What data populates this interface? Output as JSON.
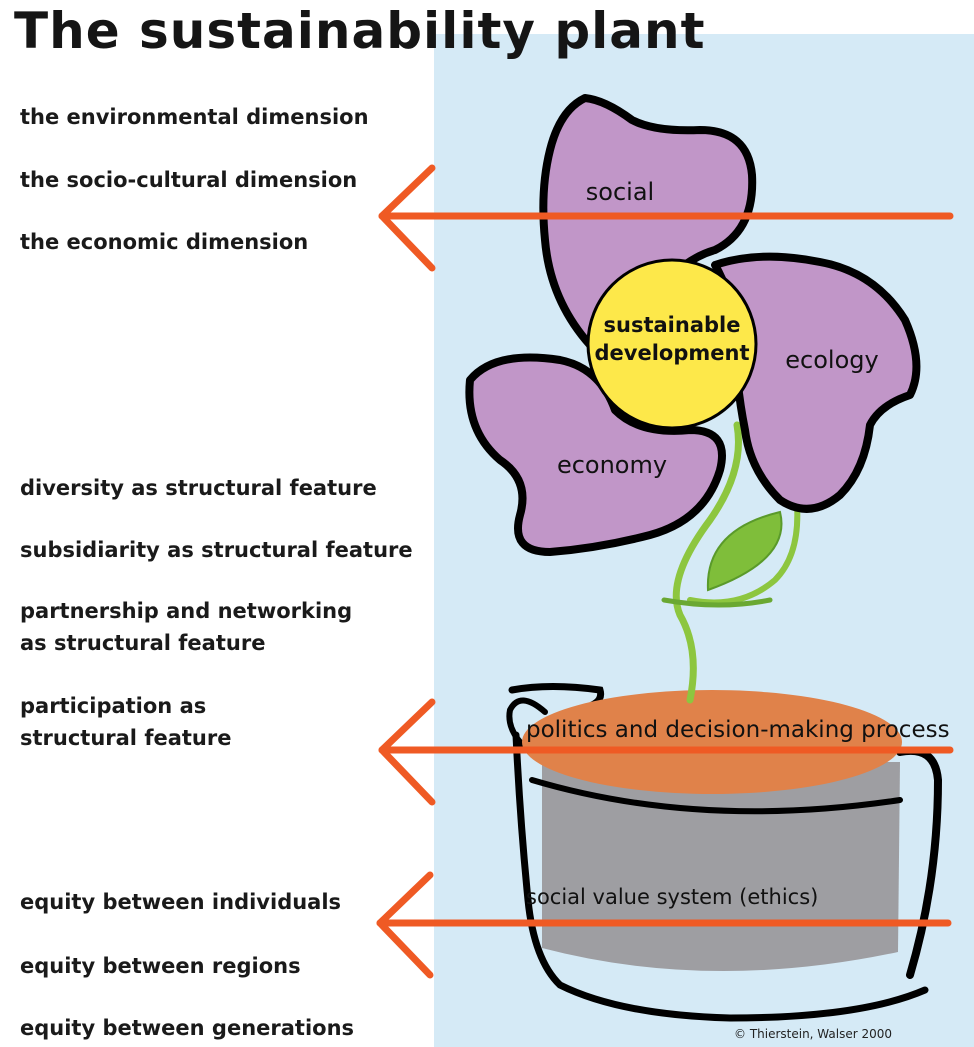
{
  "title": "The sustainability plant",
  "dimensions": [
    "the environmental dimension",
    "the socio-cultural dimension",
    "the economic dimension"
  ],
  "structural_features": [
    "diversity as structural feature",
    "subsidiarity as structural feature",
    "partnership and networking\nas structural feature",
    "participation as\nstructural feature"
  ],
  "equity": [
    "equity between individuals",
    "equity between regions",
    "equity between generations"
  ],
  "plant": {
    "center": [
      "sustainable",
      "development"
    ],
    "petal_social": "social",
    "petal_ecology": "ecology",
    "petal_economy": "economy",
    "soil": "politics and decision-making process",
    "pot": "social value system (ethics)"
  },
  "copyright": "© Thierstein, Walser 2000",
  "colors": {
    "background_panel": "#d5eaf6",
    "petal": "#c196c8",
    "center": "#fde84a",
    "stem": "#8dc63f",
    "soil": "#e0824a",
    "pot": "#9e9ea2",
    "arrow": "#ef5a24",
    "outline": "#000000"
  }
}
